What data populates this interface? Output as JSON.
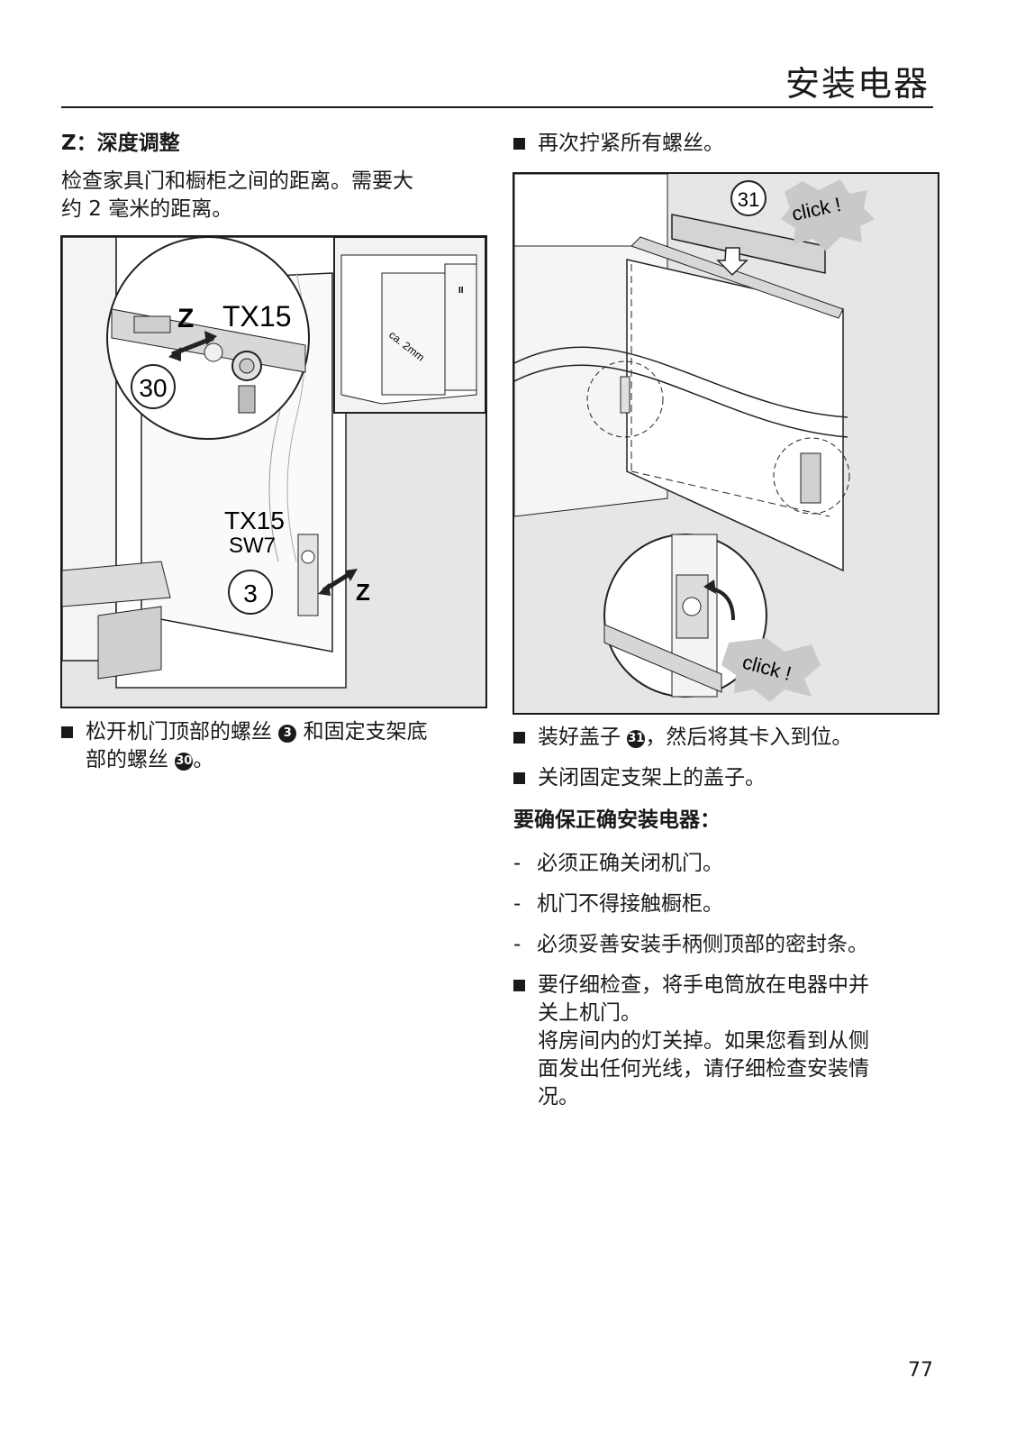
{
  "header": {
    "title": "安装电器"
  },
  "left": {
    "heading": "Z：深度调整",
    "intro_line1": "检查家具门和橱柜之间的距离。需要大",
    "intro_line2": "约 2 毫米的距离。",
    "figure": {
      "label_z_top": "Z",
      "label_tx15_top": "TX15",
      "callout_30": "30",
      "label_tx15": "TX15",
      "label_sw7": "SW7",
      "callout_3": "3",
      "label_z": "Z",
      "gap_label": "ca. 2mm",
      "gap_marker": "II"
    },
    "bullet1_line1_pre": "松开机门顶部的螺丝",
    "bullet1_ref_a": "3",
    "bullet1_line1_post": "和固定支架底",
    "bullet1_line2_pre": "部的螺丝",
    "bullet1_ref_b": "30",
    "bullet1_line2_post": "。"
  },
  "right": {
    "bullet_top": "再次拧紧所有螺丝。",
    "figure": {
      "callout_31": "31",
      "click_top": "click !",
      "click_bottom": "click !"
    },
    "bullet2_pre": "装好盖子",
    "bullet2_ref": "31",
    "bullet2_post": "，然后将其卡入到位。",
    "bullet3": "关闭固定支架上的盖子。",
    "subheading": "要确保正确安装电器：",
    "dash_items": [
      "必须正确关闭机门。",
      "机门不得接触橱柜。",
      "必须妥善安装手柄侧顶部的密封条。"
    ],
    "bullet4_line1": "要仔细检查，将手电筒放在电器中并",
    "bullet4_line2": "关上机门。",
    "bullet4_line3": "将房间内的灯关掉。如果您看到从侧",
    "bullet4_line4": "面发出任何光线，请仔细检查安装情",
    "bullet4_line5": "况。"
  },
  "footer": {
    "page_number": "77"
  }
}
